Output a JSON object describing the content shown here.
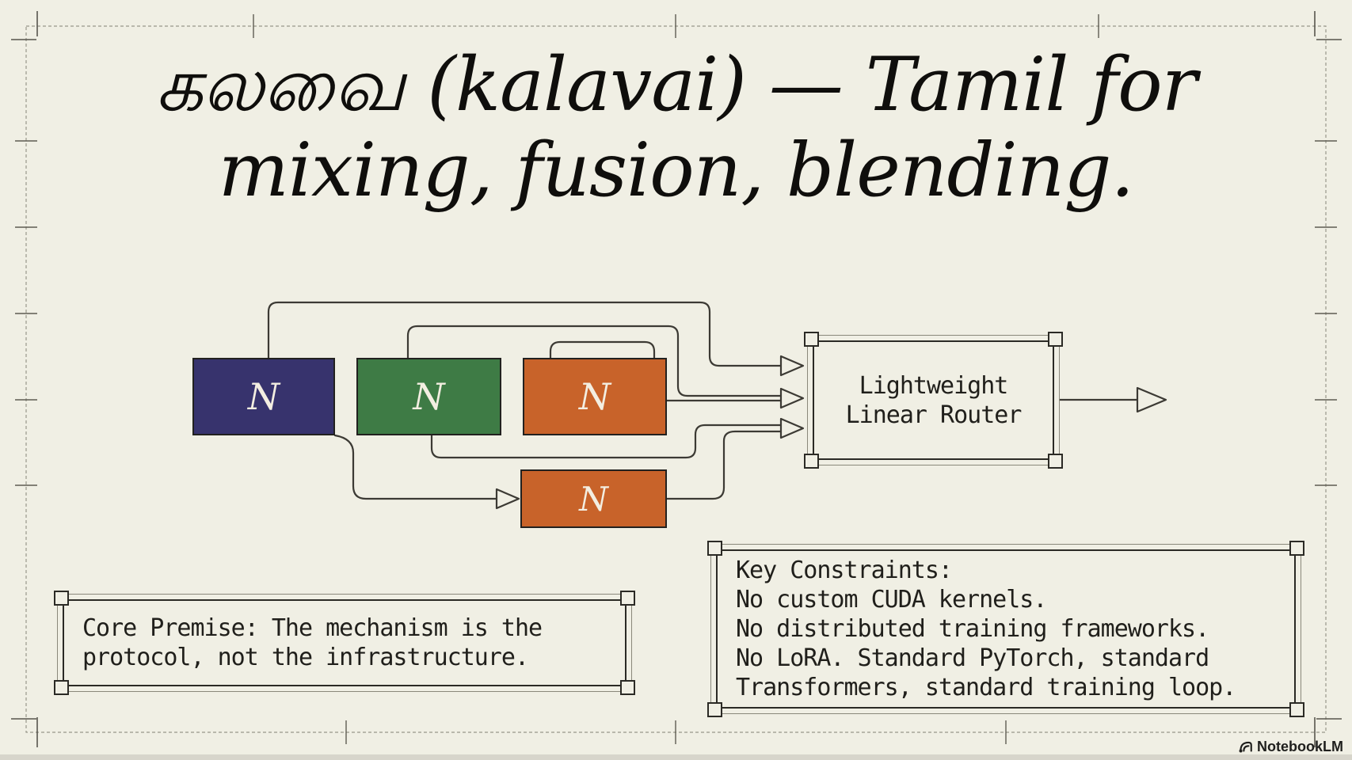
{
  "title": {
    "line1": "கலவை (kalavai) — Tamil for",
    "line2": "mixing, fusion, blending."
  },
  "diagram": {
    "blocks": [
      {
        "id": "expert-navy",
        "label": "N",
        "color": "#37336d"
      },
      {
        "id": "expert-green",
        "label": "N",
        "color": "#3e7b45"
      },
      {
        "id": "expert-orange",
        "label": "N",
        "color": "#c8632a"
      },
      {
        "id": "expert-orange-bottom",
        "label": "N",
        "color": "#c8632a"
      }
    ],
    "router": {
      "line1": "Lightweight",
      "line2": "Linear Router"
    }
  },
  "notes": {
    "core_premise": {
      "line1": "Core Premise: The mechanism is the",
      "line2": "protocol, not the infrastructure."
    },
    "key_constraints": {
      "lines": [
        "Key Constraints:",
        "No custom CUDA kernels.",
        "No distributed training frameworks.",
        "No LoRA. Standard PyTorch, standard",
        "Transformers, standard training loop."
      ]
    }
  },
  "watermark": {
    "label": "NotebookLM"
  },
  "colors": {
    "background": "#f0efe4",
    "navy": "#37336d",
    "green": "#3e7b45",
    "orange": "#c8632a",
    "line": "#3c3a34",
    "text": "#201f1b",
    "frame": "#98968a"
  }
}
